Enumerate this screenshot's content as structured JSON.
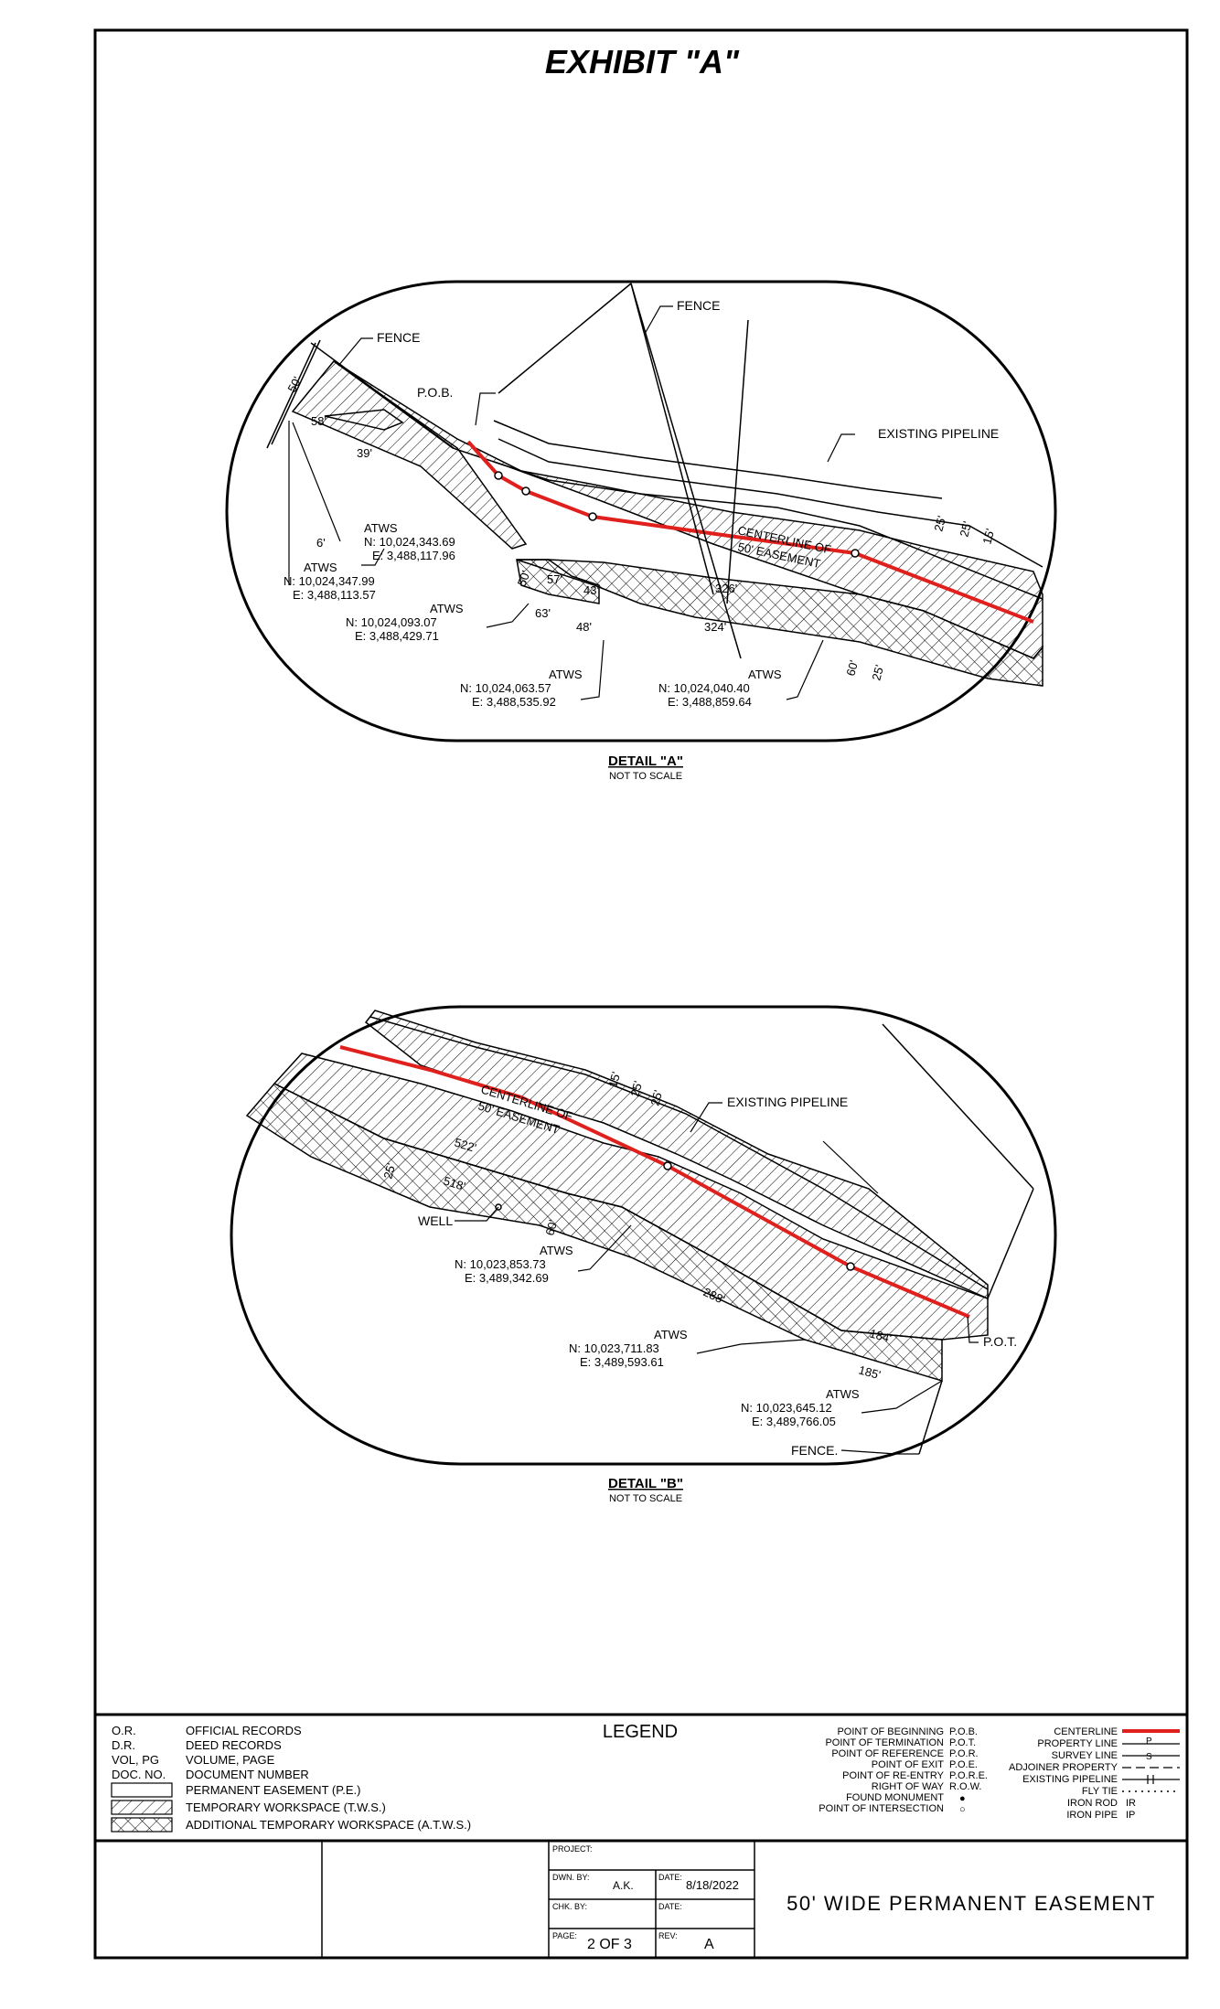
{
  "exhibit_title": "EXHIBIT \"A\"",
  "detail_a": {
    "title": "DETAIL \"A\"",
    "subtitle": "NOT TO SCALE",
    "labels": {
      "fence_left": "FENCE",
      "fence_top": "FENCE",
      "pob": "P.O.B.",
      "existing_pipeline": "EXISTING PIPELINE",
      "centerline_1": "CENTERLINE OF",
      "centerline_2": "50' EASEMENT"
    },
    "dims": {
      "d50": "50'",
      "d58": "58'",
      "d39": "39'",
      "d6": "6'",
      "d50b": "50'",
      "d57": "57'",
      "d43": "43'",
      "d63": "63'",
      "d48": "48'",
      "d326": "326'",
      "d324": "324'",
      "d60": "60'",
      "d25a": "25'",
      "d25b": "25'",
      "d25c": "25'",
      "d15": "15'"
    },
    "atws": [
      {
        "label": "ATWS",
        "n": "N: 10,024,343.69",
        "e": "E: 3,488,117.96"
      },
      {
        "label": "ATWS",
        "n": "N: 10,024,347.99",
        "e": "E: 3,488,113.57"
      },
      {
        "label": "ATWS",
        "n": "N: 10,024,093.07",
        "e": "E: 3,488,429.71"
      },
      {
        "label": "ATWS",
        "n": "N: 10,024,063.57",
        "e": "E: 3,488,535.92"
      },
      {
        "label": "ATWS",
        "n": "N: 10,024,040.40",
        "e": "E: 3,488,859.64"
      }
    ]
  },
  "detail_b": {
    "title": "DETAIL \"B\"",
    "subtitle": "NOT TO SCALE",
    "labels": {
      "existing_pipeline": "EXISTING PIPELINE",
      "centerline_1": "CENTERLINE OF",
      "centerline_2": "50' EASEMENT",
      "well": "WELL",
      "pot": "P.O.T.",
      "fence": "FENCE."
    },
    "dims": {
      "d15": "15'",
      "d25a": "25'",
      "d25b": "25'",
      "d522": "522'",
      "d518": "518'",
      "d25c": "25'",
      "d60": "60'",
      "d288": "288'",
      "d184": "184'",
      "d185": "185'"
    },
    "atws": [
      {
        "label": "ATWS",
        "n": "N: 10,023,853.73",
        "e": "E: 3,489,342.69"
      },
      {
        "label": "ATWS",
        "n": "N: 10,023,711.83",
        "e": "E: 3,489,593.61"
      },
      {
        "label": "ATWS",
        "n": "N: 10,023,645.12",
        "e": "E: 3,489,766.05"
      }
    ]
  },
  "legend": {
    "title": "LEGEND",
    "abbreviations": [
      {
        "code": "O.R.",
        "text": "OFFICIAL RECORDS"
      },
      {
        "code": "D.R.",
        "text": "DEED RECORDS"
      },
      {
        "code": "VOL, PG",
        "text": "VOLUME, PAGE"
      },
      {
        "code": "DOC. NO.",
        "text": "DOCUMENT NUMBER"
      }
    ],
    "swatches": [
      {
        "pattern": "blank",
        "text": "PERMANENT EASEMENT (P.E.)"
      },
      {
        "pattern": "hatch",
        "text": "TEMPORARY WORKSPACE (T.W.S.)"
      },
      {
        "pattern": "crosshatch",
        "text": "ADDITIONAL TEMPORARY WORKSPACE (A.T.W.S.)"
      }
    ],
    "points": [
      {
        "name": "POINT OF BEGINNING",
        "abbr": "P.O.B."
      },
      {
        "name": "POINT OF TERMINATION",
        "abbr": "P.O.T."
      },
      {
        "name": "POINT OF REFERENCE",
        "abbr": "P.O.R."
      },
      {
        "name": "POINT OF EXIT",
        "abbr": "P.O.E."
      },
      {
        "name": "POINT OF RE-ENTRY",
        "abbr": "P.O.R.E."
      },
      {
        "name": "RIGHT OF WAY",
        "abbr": "R.O.W."
      },
      {
        "name": "FOUND MONUMENT",
        "abbr": "●"
      },
      {
        "name": "POINT OF INTERSECTION",
        "abbr": "○"
      }
    ],
    "lines": [
      {
        "name": "CENTERLINE",
        "symbol": "centerline"
      },
      {
        "name": "PROPERTY LINE",
        "symbol": "property"
      },
      {
        "name": "SURVEY LINE",
        "symbol": "survey"
      },
      {
        "name": "ADJOINER PROPERTY",
        "symbol": "adjoiner"
      },
      {
        "name": "EXISTING PIPELINE",
        "symbol": "pipeline"
      },
      {
        "name": "FLY TIE",
        "symbol": "flytie"
      },
      {
        "name": "IRON ROD",
        "symbol": "IR"
      },
      {
        "name": "IRON PIPE",
        "symbol": "IP"
      }
    ]
  },
  "title_block": {
    "project_label": "PROJECT:",
    "dwn_label": "DWN. BY:",
    "dwn_value": "A.K.",
    "date_label": "DATE:",
    "date_value": "8/18/2022",
    "chk_label": "CHK. BY:",
    "chk_value": "",
    "date2_label": "DATE:",
    "date2_value": "",
    "page_label": "PAGE:",
    "page_value": "2 OF 3",
    "rev_label": "REV:",
    "rev_value": "A",
    "sheet_title": "50' WIDE PERMANENT EASEMENT"
  },
  "colors": {
    "centerline": "#e0201c",
    "ink": "#000000"
  }
}
